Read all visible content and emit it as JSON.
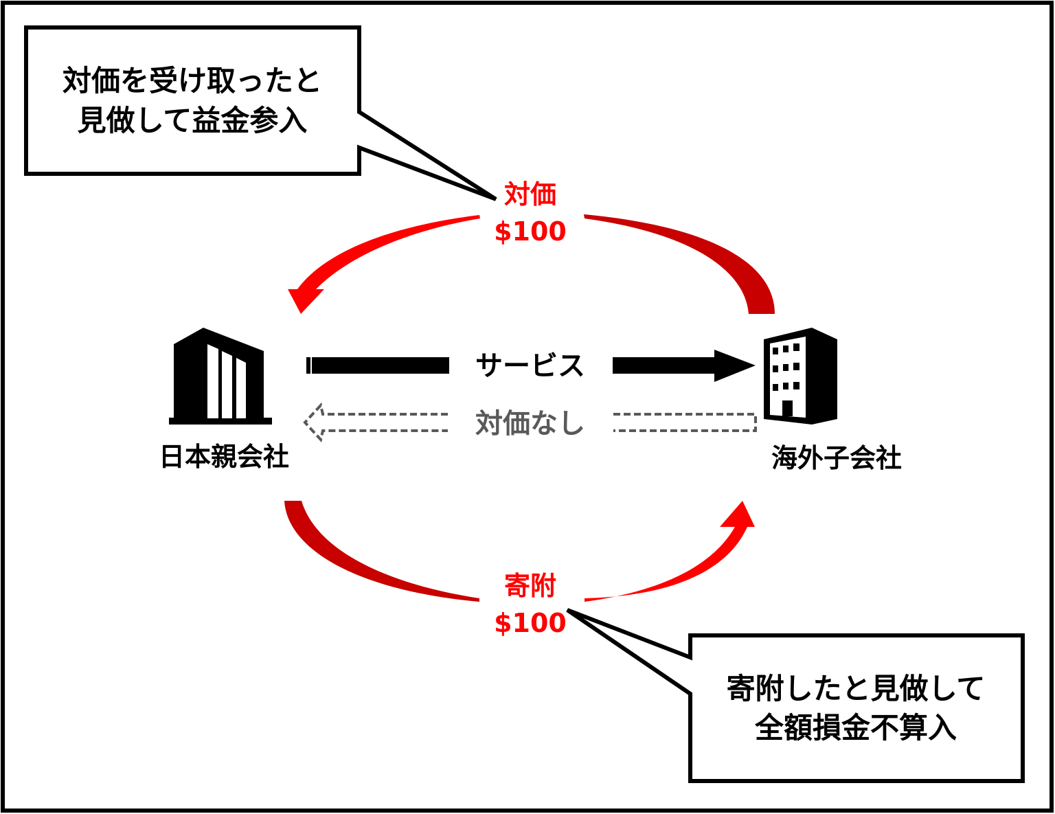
{
  "frame": {
    "label": "diagram-frame"
  },
  "callouts": {
    "top": {
      "lines": [
        "対価を受け取ったと",
        "見做して益金参入"
      ]
    },
    "bottom": {
      "lines": [
        "寄附したと見做して",
        "全額損金不算入"
      ]
    }
  },
  "flows": {
    "consideration": {
      "label_line1": "対価",
      "label_line2": "$100",
      "color": "#ff0000",
      "color_dark": "#c80000"
    },
    "donation": {
      "label_line1": "寄附",
      "label_line2": "$100",
      "color": "#ff0000",
      "color_dark": "#c80000"
    },
    "service": {
      "label": "サービス",
      "color": "#000000"
    },
    "no_consideration": {
      "label": "対価なし",
      "color": "#595959"
    }
  },
  "entities": {
    "parent": {
      "label": "日本親会社",
      "icon": "office-building-icon"
    },
    "subsidiary": {
      "label": "海外子会社",
      "icon": "apartment-building-icon"
    }
  }
}
